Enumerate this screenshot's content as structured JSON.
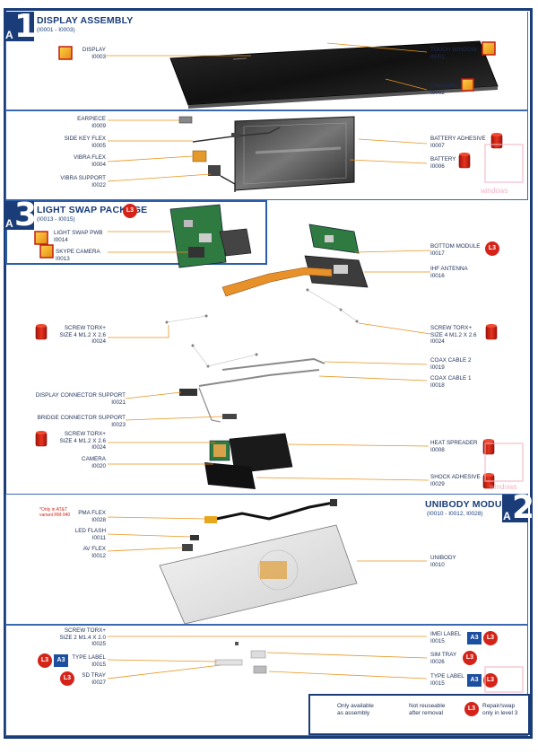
{
  "sections": {
    "a1": {
      "title": "DISPLAY ASSEMBLY",
      "range": "(I0001 - I0003)",
      "num": "1",
      "letter": "A"
    },
    "a3": {
      "title": "LIGHT SWAP PACKAGE",
      "range": "(I0013 - I0015)",
      "num": "3",
      "letter": "A",
      "badge": "L3"
    },
    "a2": {
      "title": "UNIBODY MODULE",
      "range": "(I0010 - I0012, I0028)",
      "num": "2",
      "letter": "A"
    }
  },
  "labels": {
    "display": {
      "name": "DISPLAY",
      "code": "I0003"
    },
    "touch_window": {
      "name": "TOUCH WINDOW",
      "code": "I0001"
    },
    "chassis": {
      "name": "CHASSIS",
      "code": "I0002"
    },
    "earpiece": {
      "name": "EARPIECE",
      "code": "I0009"
    },
    "side_key_flex": {
      "name": "SIDE KEY FLEX",
      "code": "I0005"
    },
    "vibra_flex": {
      "name": "VIBRA FLEX",
      "code": "I0004"
    },
    "vibra_support": {
      "name": "VIBRA SUPPORT",
      "code": "I0022"
    },
    "battery_adhesive": {
      "name": "BATTERY ADHESIVE",
      "code": "I0007"
    },
    "battery": {
      "name": "BATTERY",
      "code": "I0006"
    },
    "light_swap_pwb": {
      "name": "LIGHT SWAP PWB",
      "code": "I0014"
    },
    "skype_camera": {
      "name": "SKYPE CAMERA",
      "code": "I0013"
    },
    "bottom_module": {
      "name": "BOTTOM MODULE",
      "code": "I0017"
    },
    "ihf_antenna": {
      "name": "IHF ANTENNA",
      "code": "I0016"
    },
    "screw_left": {
      "name1": "SCREW TORX+",
      "name2": "SIZE 4 M1.2 X 2.6",
      "code": "I0024"
    },
    "screw_right": {
      "name1": "SCREW TORX+",
      "name2": "SIZE 4 M1.2 X 2.6",
      "code": "I0024"
    },
    "coax_cable_2": {
      "name": "COAX CABLE 2",
      "code": "I0019"
    },
    "coax_cable_1": {
      "name": "COAX CABLE 1",
      "code": "I0018"
    },
    "display_connector_support": {
      "name": "DISPLAY CONNECTOR SUPPORT",
      "code": "I0021"
    },
    "bridge_connector_support": {
      "name": "BRIDGE CONNECTOR SUPPORT",
      "code": "I0023"
    },
    "screw_mid": {
      "name1": "SCREW TORX+",
      "name2": "SIZE 4 M1.2 X 2.6",
      "code": "I0024"
    },
    "camera": {
      "name": "CAMERA",
      "code": "I0020"
    },
    "heat_spreader": {
      "name": "HEAT SPREADER",
      "code": "I0008"
    },
    "shock_adhesive": {
      "name": "SHOCK ADHESIVE",
      "code": "I0029"
    },
    "pma_flex": {
      "name": "PMA FLEX",
      "code": "I0028",
      "note1": "*Only in AT&T",
      "note2": "variant RM-940"
    },
    "led_flash": {
      "name": "LED FLASH",
      "code": "I0011"
    },
    "av_flex": {
      "name": "AV FLEX",
      "code": "I0012"
    },
    "unibody": {
      "name": "UNIBODY",
      "code": "I0010"
    },
    "screw_bottom": {
      "name1": "SCREW TORX+",
      "name2": "SIZE 2 M1.4 X 2.0",
      "code": "I0025"
    },
    "imei_label": {
      "name": "IMEI LABEL",
      "code": "I0015"
    },
    "type_label_left": {
      "name": "TYPE LABEL",
      "code": "I0015"
    },
    "sim_tray": {
      "name": "SIM TRAY",
      "code": "I0026"
    },
    "sd_tray": {
      "name": "SD TRAY",
      "code": "I0027"
    },
    "type_label_right": {
      "name": "TYPE LABEL",
      "code": "I0015"
    }
  },
  "badges": {
    "l3": "L3",
    "a3": "A3"
  },
  "legend": {
    "assembly": {
      "line1": "Only available",
      "line2": "as assembly"
    },
    "not_reusable": {
      "line1": "Not reuseable",
      "line2": "after removal"
    },
    "level3": {
      "line1": "Repair/swap",
      "line2": "only in level 3"
    }
  },
  "watermark": {
    "text": "windows"
  },
  "colors": {
    "frame": "#1a3d7a",
    "leader": "#e8931e",
    "badge_red": "#d4241a",
    "badge_blue": "#1c4fa0",
    "cube": "#f5a623"
  }
}
